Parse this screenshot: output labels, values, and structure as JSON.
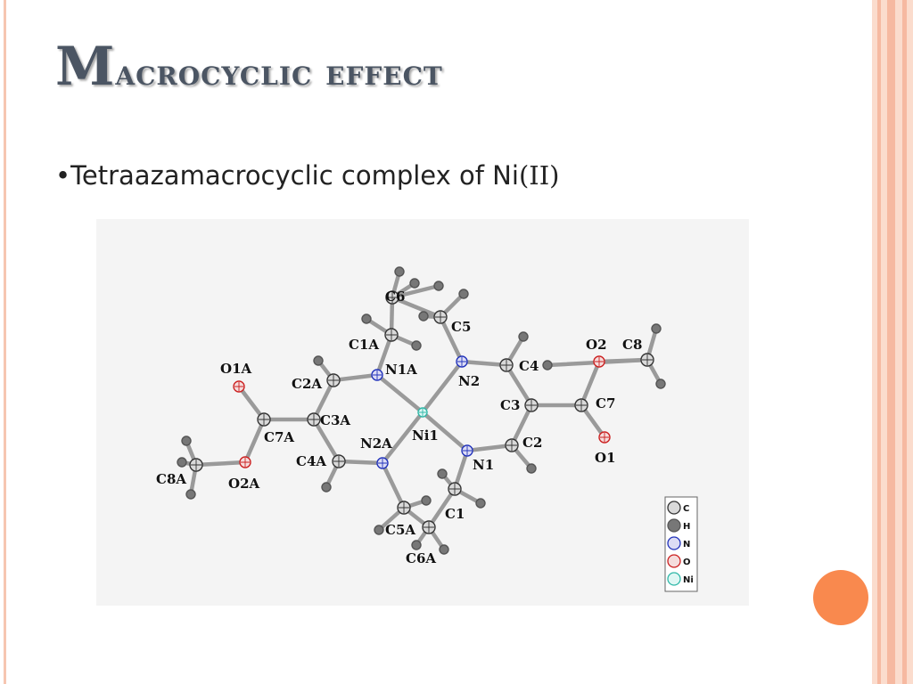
{
  "slide": {
    "title_first": "M",
    "title_rest": "acrocyclic effect",
    "bullet_marker": "•",
    "bullet_text": "Tetraazamacrocyclic complex of Ni",
    "bullet_oxidation": "(II)"
  },
  "colors": {
    "bar_outer": "#f6c6b1",
    "bar_inner": "#fbdccd",
    "accent_dot": "#f9894e",
    "title": "#4b5563"
  },
  "diagram": {
    "atom_labels": {
      "C6": "C6",
      "C5": "C5",
      "C1A": "C1A",
      "N1A": "N1A",
      "N2": "N2",
      "C4": "C4",
      "O2": "O2",
      "C8": "C8",
      "O1A": "O1A",
      "C2A": "C2A",
      "C3": "C3",
      "C7": "C7",
      "C3A": "C3A",
      "Ni1": "Ni1",
      "C7A": "C7A",
      "N2A": "N2A",
      "C2": "C2",
      "O1": "O1",
      "C4A": "C4A",
      "N1": "N1",
      "C8A": "C8A",
      "O2A": "O2A",
      "C1": "C1",
      "C5A": "C5A",
      "C6A": "C6A"
    },
    "legend": [
      {
        "key": "C",
        "label": "C"
      },
      {
        "key": "H",
        "label": "H"
      },
      {
        "key": "N",
        "label": "N"
      },
      {
        "key": "O",
        "label": "O"
      },
      {
        "key": "Ni",
        "label": "Ni"
      }
    ]
  }
}
